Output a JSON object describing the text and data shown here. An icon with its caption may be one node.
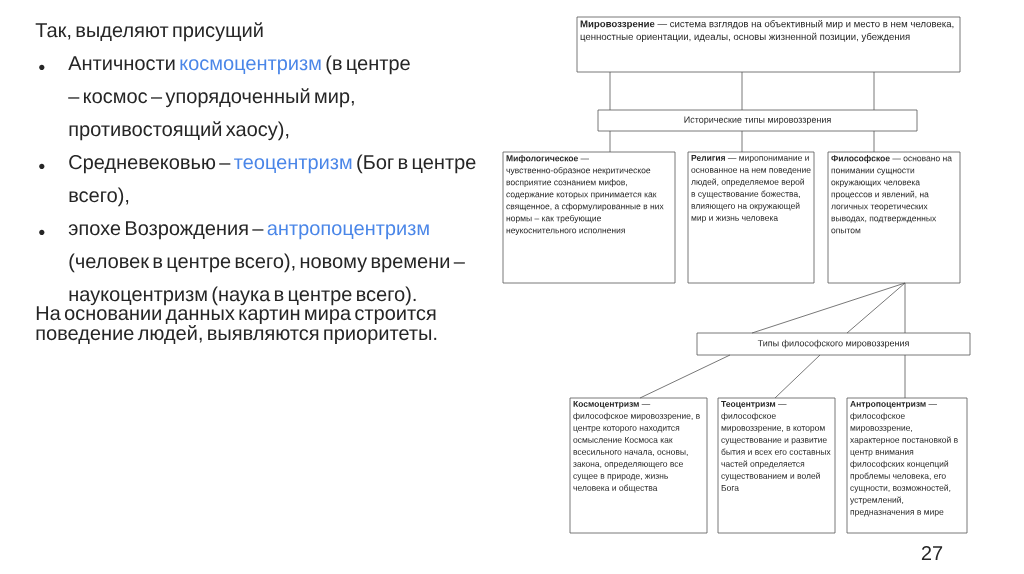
{
  "diagram": {
    "nodes": [
      {
        "text": [
          "**Мировоззрение** — система взглядов на объективный мир и место в нем человека, ценностные ориентации, идеалы, основы жизненной позиции, убеждения"
        ]
      },
      {
        "text": [
          "Исторические типы мировоззрения"
        ]
      },
      {
        "text": [
          "**Мифологическое** — чувственно-образное некритическое восприятие сознанием мифов, содержание которых принимается как священное, а сформулированные в них нормы – как требующие неукоснительного исполнения"
        ]
      },
      {
        "text": [
          "**Религия** — миропонимание и основанное на нем поведение людей, определяемое верой в существование божества, влияющего на окружающей мир и жизнь человека"
        ]
      },
      {
        "text": [
          "**Философское** — основано на понимании сущности окружающих человека процессов и явлений, на логичных теоретических выводах, подтвержденных опытом"
        ]
      },
      {
        "text": [
          "Типы философского мировоззрения"
        ]
      },
      {
        "text": [
          "**Космоцентризм** — философское мировоззрение, в центре которого находится осмысление Космоса как всесильного начала, основы, закона, определяющего все сущее в природе, жизнь человека и общества"
        ]
      },
      {
        "text": [
          "**Теоцентризм** — философское мировоззрение, в котором существование и развитие бытия и всех его составных частей определяется существованием и волей Бога"
        ]
      },
      {
        "text": [
          "**Антропоцентризм** — философское мировоззрение, характерное постановкой в центр внимания философских концепций проблемы человека, его сущности, возможностей, устремлений, предназначения в мире"
        ]
      }
    ],
    "edges": [
      {
        "from": 0,
        "to": 1,
        "arrow": "none"
      },
      {
        "from": 0,
        "to": 1,
        "arrow": "none"
      },
      {
        "from": 0,
        "to": 1,
        "arrow": "none"
      },
      {
        "from": 1,
        "to": 2,
        "arrow": "none"
      },
      {
        "from": 1,
        "to": 3,
        "arrow": "none"
      },
      {
        "from": 1,
        "to": 4,
        "arrow": "none"
      },
      {
        "from": 4,
        "to": 5,
        "arrow": "none"
      },
      {
        "from": 4,
        "to": 5,
        "arrow": "none"
      },
      {
        "from": 4,
        "to": 5,
        "arrow": "none"
      },
      {
        "from": 5,
        "to": 6,
        "arrow": "none"
      },
      {
        "from": 5,
        "to": 7,
        "arrow": "none"
      },
      {
        "from": 5,
        "to": 8,
        "arrow": "none"
      }
    ],
    "labels": [
      "Так, выделяют присущий",
      "Античности",
      "космоцентризм",
      "(в центре – космос – упорядоченный мир, противостоящий хаосу),",
      "Средневековью –",
      "теоцентризм",
      "(Бог в центре всего),",
      "эпохе Возрождения –",
      "антропоцентризм",
      "(человек в центре всего), новому времени – наукоцентризм (наука в центре всего).",
      "На основании данных картин мира строится поведение людей, выявляются приоритеты.",
      "27"
    ]
  }
}
